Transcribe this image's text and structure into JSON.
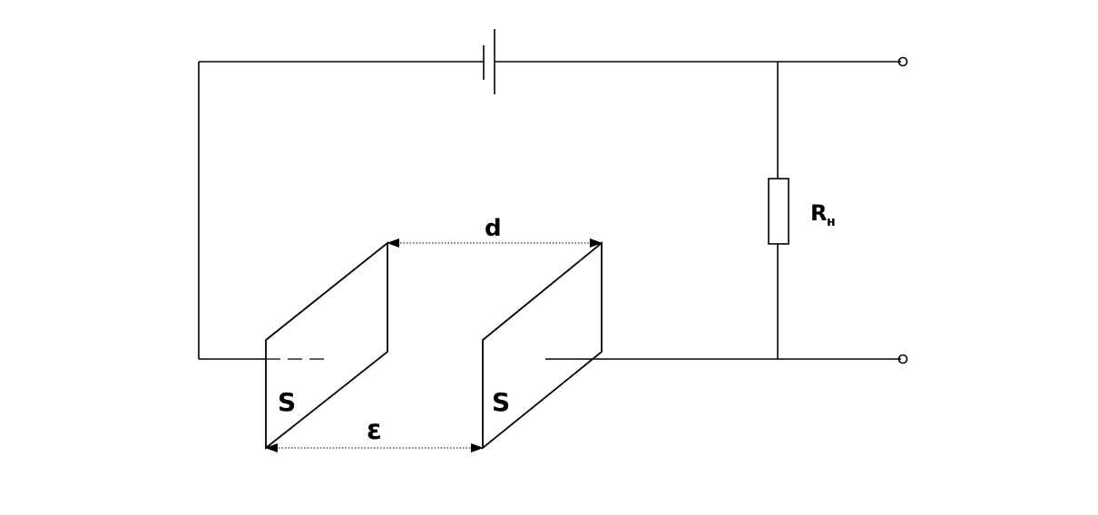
{
  "labels": {
    "distance": "d",
    "area_left": "S",
    "area_right": "S",
    "permittivity": "ε",
    "load_resistor": "R",
    "load_resistor_subscript": "н"
  }
}
